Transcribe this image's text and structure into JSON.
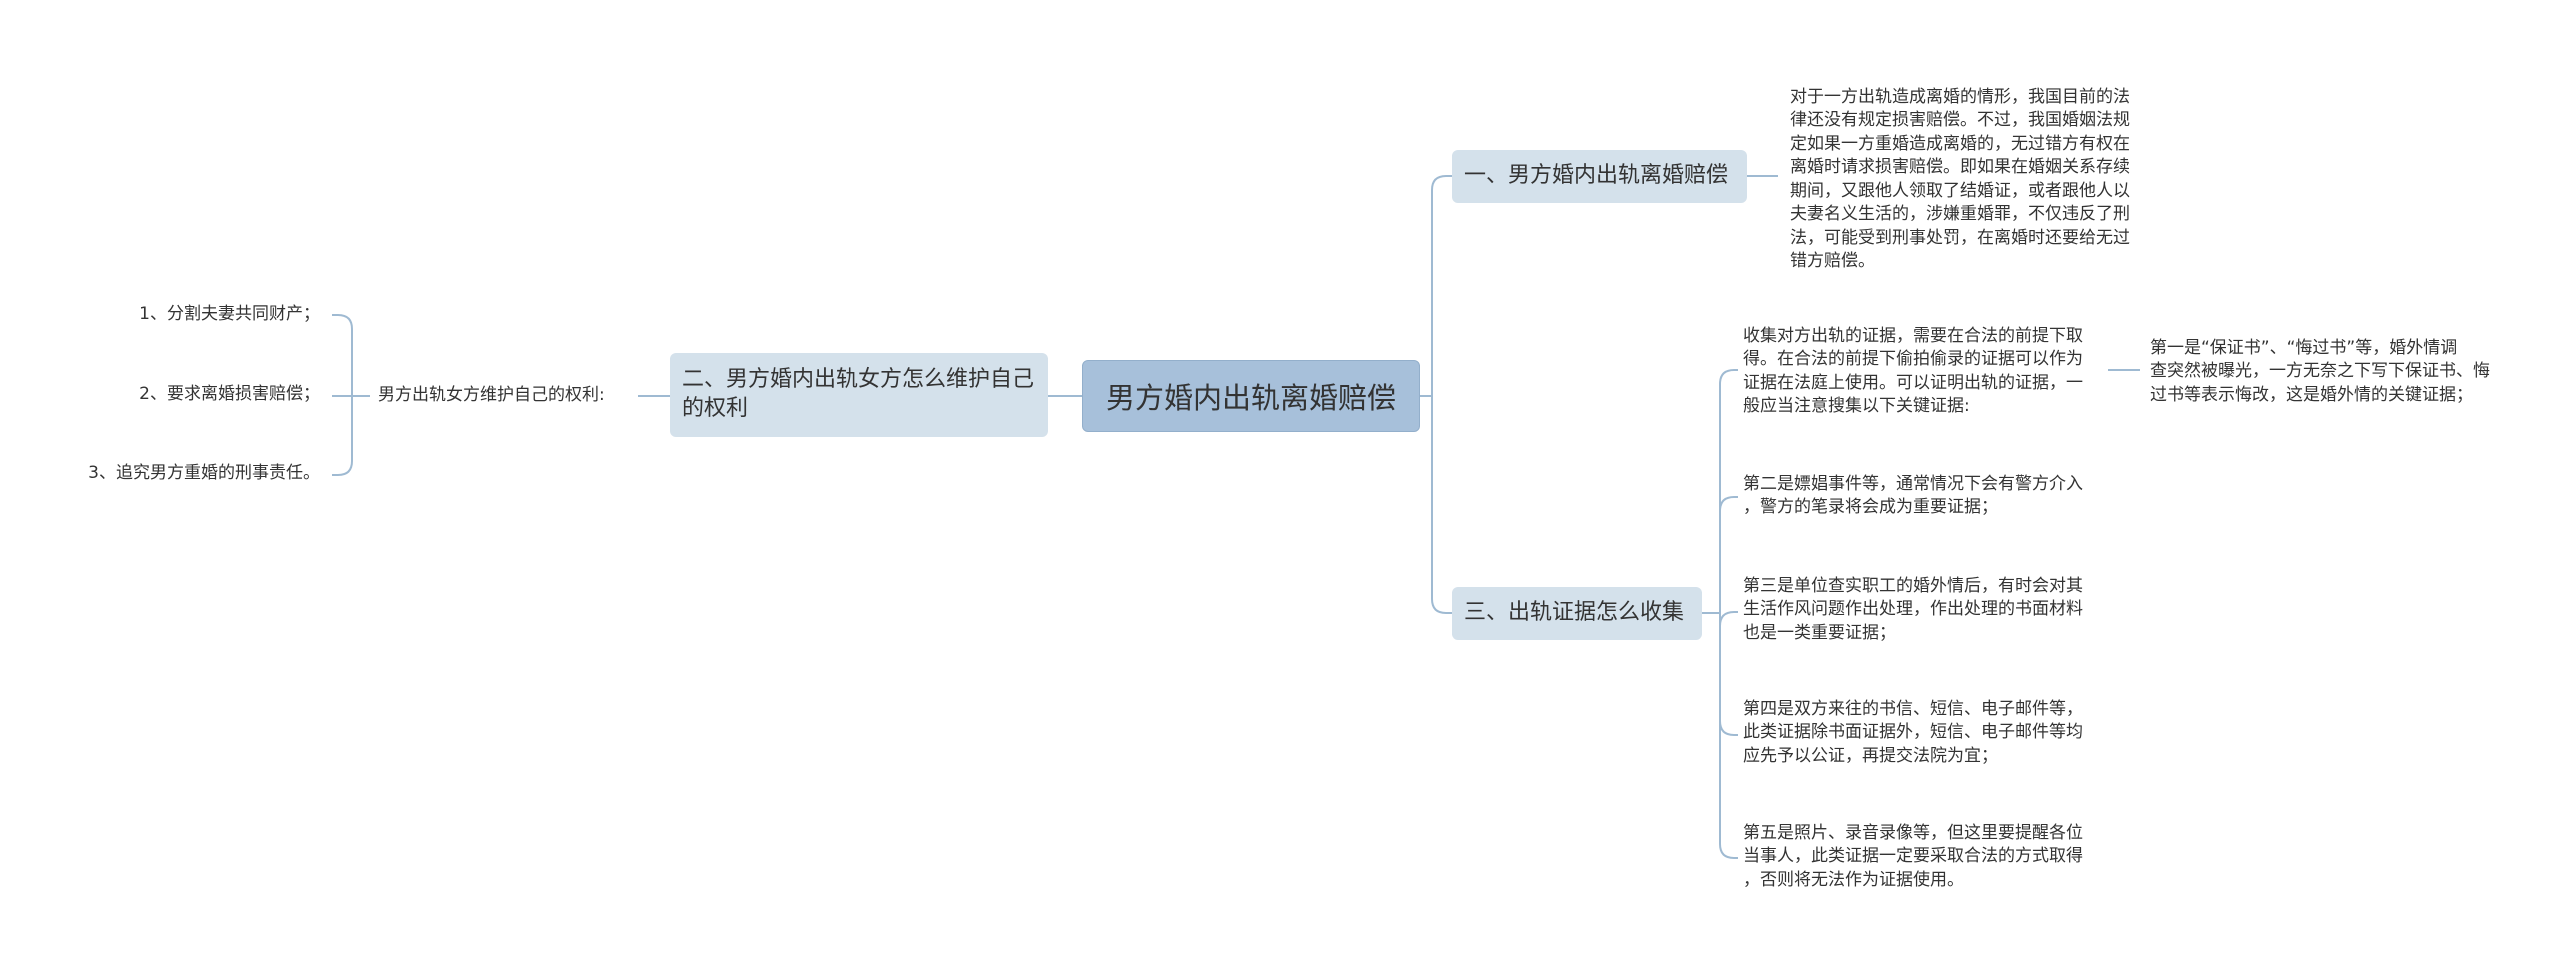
{
  "root": {
    "label": "男方婚内出轨离婚赔偿"
  },
  "branch1": {
    "label": "一、男方婚内出轨离婚赔偿",
    "detail": "对于一方出轨造成离婚的情形，我国目前的法\n律还没有规定损害赔偿。不过，我国婚姻法规\n定如果一方重婚造成离婚的，无过错方有权在\n离婚时请求损害赔偿。即如果在婚姻关系存续\n期间，又跟他人领取了结婚证，或者跟他人以\n夫妻名义生活的，涉嫌重婚罪，不仅违反了刑\n法，可能受到刑事处罚，在离婚时还要给无过\n错方赔偿。"
  },
  "branch2": {
    "label": "二、男方婚内出轨女方怎么维护自己的权利",
    "sub_label": "男方出轨女方维护自己的权利:",
    "items": [
      "1、分割夫妻共同财产；",
      "2、要求离婚损害赔偿；",
      "3、追究男方重婚的刑事责任。"
    ]
  },
  "branch3": {
    "label": "三、出轨证据怎么收集",
    "items": [
      {
        "text": "收集对方出轨的证据，需要在合法的前提下取\n得。在合法的前提下偷拍偷录的证据可以作为\n证据在法庭上使用。可以证明出轨的证据，一\n般应当注意搜集以下关键证据:",
        "child": "第一是“保证书”、“悔过书”等，婚外情调\n查突然被曝光，一方无奈之下写下保证书、悔\n过书等表示悔改，这是婚外情的关键证据；"
      },
      {
        "text": "第二是嫖娼事件等，通常情况下会有警方介入\n，警方的笔录将会成为重要证据；"
      },
      {
        "text": "第三是单位查实职工的婚外情后，有时会对其\n生活作风问题作出处理，作出处理的书面材料\n也是一类重要证据；"
      },
      {
        "text": "第四是双方来往的书信、短信、电子邮件等，\n此类证据除书面证据外，短信、电子邮件等均\n应先予以公证，再提交法院为宜；"
      },
      {
        "text": "第五是照片、录音录像等，但这里要提醒各位\n当事人，此类证据一定要采取合法的方式取得\n，否则将无法作为证据使用。"
      }
    ]
  },
  "colors": {
    "line": "#9fbad2",
    "root_fill": "#a7c0da",
    "branch_fill": "#d4e1eb"
  }
}
